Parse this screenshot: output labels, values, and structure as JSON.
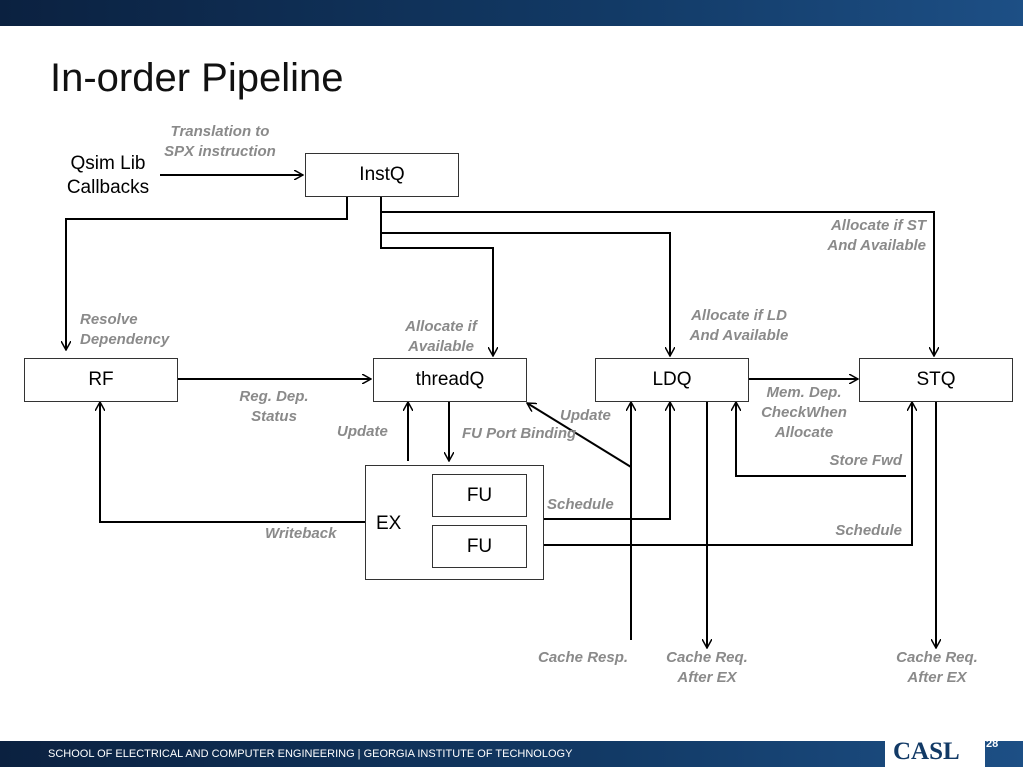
{
  "slide": {
    "title": "In-order Pipeline",
    "footer": "SCHOOL OF ELECTRICAL AND COMPUTER ENGINEERING | GEORGIA INSTITUTE OF TECHNOLOGY",
    "logo": "CASL",
    "page_number": "28"
  },
  "colors": {
    "bar": "#123a66",
    "label": "#8a8a8a",
    "line": "#000000"
  },
  "diagram": {
    "source": {
      "line1": "Qsim Lib",
      "line2": "Callbacks"
    },
    "boxes": {
      "instq": "InstQ",
      "rf": "RF",
      "threadq": "threadQ",
      "ldq": "LDQ",
      "stq": "STQ",
      "ex": "EX",
      "fu1": "FU",
      "fu2": "FU"
    },
    "labels": {
      "translation": {
        "line1": "Translation to",
        "line2": "SPX instruction"
      },
      "resolve": {
        "line1": "Resolve",
        "line2": "Dependency"
      },
      "alloc_if": {
        "line1": "Allocate if",
        "line2": "Available"
      },
      "alloc_ld": {
        "line1": "Allocate if LD",
        "line2": "And Available"
      },
      "alloc_st": {
        "line1": "Allocate if ST",
        "line2": "And Available"
      },
      "reg_dep": {
        "line1": "Reg. Dep.",
        "line2": "Status"
      },
      "update_left": "Update",
      "update_right": "Update",
      "fu_port": "FU Port Binding",
      "mem_dep": {
        "line1": "Mem. Dep.",
        "line2": "CheckWhen",
        "line3": "Allocate"
      },
      "store_fwd": "Store Fwd",
      "schedule_ld": "Schedule",
      "schedule_st": "Schedule",
      "writeback": "Writeback",
      "cache_resp": "Cache Resp.",
      "cache_req_ld": {
        "line1": "Cache Req.",
        "line2": "After EX"
      },
      "cache_req_st": {
        "line1": "Cache Req.",
        "line2": "After EX"
      }
    }
  }
}
